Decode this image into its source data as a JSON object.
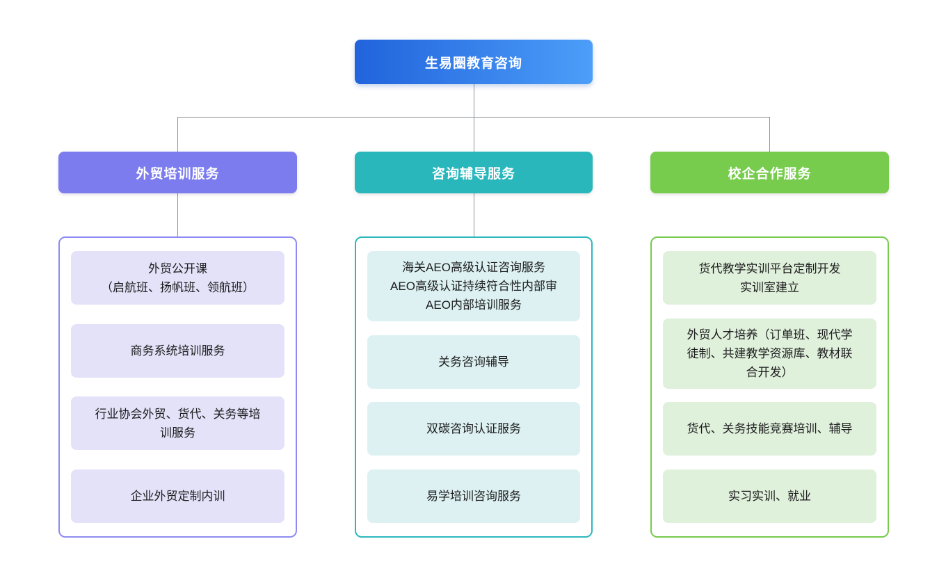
{
  "page": {
    "background_color": "#FFFFFF",
    "connector_color": "#8B9196"
  },
  "root": {
    "label": "生易圈教育咨询",
    "gradient_start": "#2163DC",
    "gradient_end": "#4C9EF9",
    "text_color": "#FFFFFF"
  },
  "columns": [
    {
      "header": "外贸培训服务",
      "accent": "#7C7CEF",
      "container_border": "#8D8BF2",
      "item_background": "#E4E2F8",
      "has_header_connector": true,
      "items": [
        {
          "text": "外贸公开课\n（启航班、扬帆班、领航班）"
        },
        {
          "text": "商务系统培训服务"
        },
        {
          "text": "行业协会外贸、货代、关务等培\n训服务"
        },
        {
          "text": "企业外贸定制内训"
        }
      ]
    },
    {
      "header": "咨询辅导服务",
      "accent": "#29B7BC",
      "container_border": "#2BB8BD",
      "item_background": "#DDF1F2",
      "has_header_connector": true,
      "items": [
        {
          "text": "海关AEO高级认证咨询服务\nAEO高级认证持续符合性内部审\nAEO内部培训服务"
        },
        {
          "text": "关务咨询辅导"
        },
        {
          "text": "双碳咨询认证服务"
        },
        {
          "text": "易学培训咨询服务"
        }
      ]
    },
    {
      "header": "校企合作服务",
      "accent": "#77CC4D",
      "container_border": "#76CB4B",
      "item_background": "#DFF0DB",
      "has_header_connector": false,
      "items": [
        {
          "text": "货代教学实训平台定制开发\n实训室建立"
        },
        {
          "text": "外贸人才培养（订单班、现代学\n徒制、共建教学资源库、教材联\n合开发）"
        },
        {
          "text": "货代、关务技能竞赛培训、辅导"
        },
        {
          "text": "实习实训、就业"
        }
      ]
    }
  ]
}
